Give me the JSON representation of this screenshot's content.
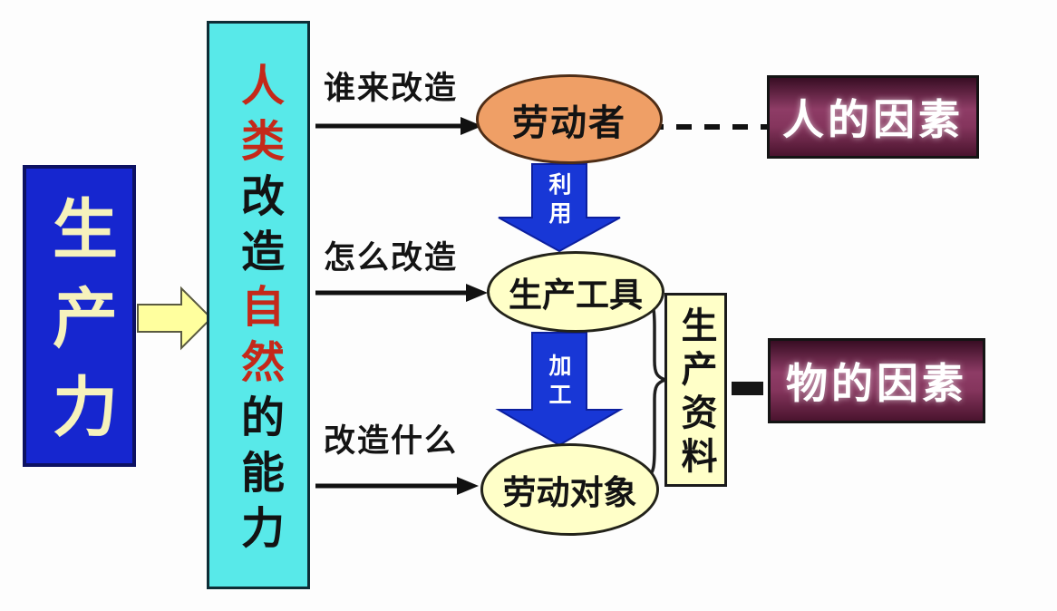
{
  "productivity": {
    "label": "生产力"
  },
  "ability": {
    "seg1": "人类",
    "seg2": "改造",
    "seg3": "自然",
    "seg4": "的能力"
  },
  "questions": {
    "who": "谁来改造",
    "how": "怎么改造",
    "what": "改造什么"
  },
  "nodes": {
    "laborer": "劳动者",
    "tools": "生产工具",
    "objects": "劳动对象",
    "means": "生产资料"
  },
  "process": {
    "use": "利用",
    "work": "加工"
  },
  "factors": {
    "human": "人的因素",
    "material": "物的因素"
  },
  "colors": {
    "productivity_blue": "#1626cf",
    "ability_cyan": "#58e9e9",
    "laborer_orange": "#ef9f66",
    "node_yellow": "#ffffc8",
    "process_arrow_blue": "#1837d6",
    "factor_maroon_mid": "#8e3c66",
    "highlight_red": "#c4291a",
    "connector_black": "#111111",
    "flow_arrow_yellow": "#ffff9e"
  }
}
